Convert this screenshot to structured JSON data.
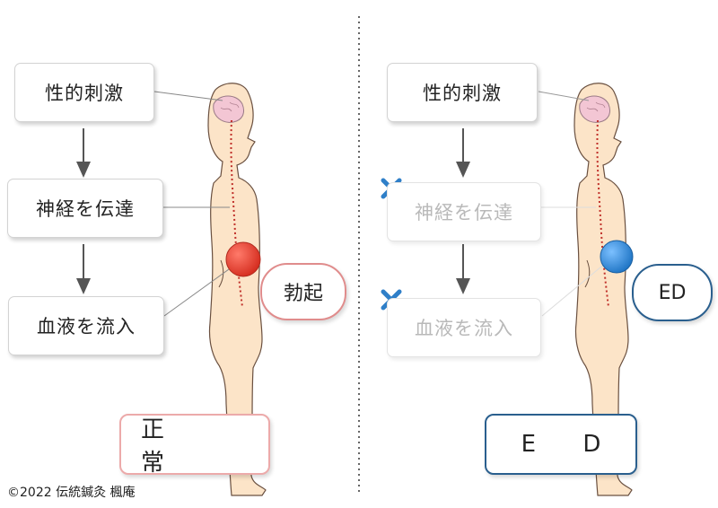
{
  "left": {
    "steps": [
      "性的刺激",
      "神経を伝達",
      "血液を流入"
    ],
    "reaction": "勃起",
    "result": "正　常",
    "ball_color": "#e03b2c",
    "accent": "#e08c8c"
  },
  "right": {
    "steps": [
      "性的刺激",
      "神経を伝達",
      "血液を流入"
    ],
    "reaction": "ED",
    "result": "E D",
    "ball_color": "#2f86d0",
    "accent": "#2a5f8e",
    "blocked_icon": "cross-icon"
  },
  "copyright": "©2022  伝統鍼灸  楓庵"
}
